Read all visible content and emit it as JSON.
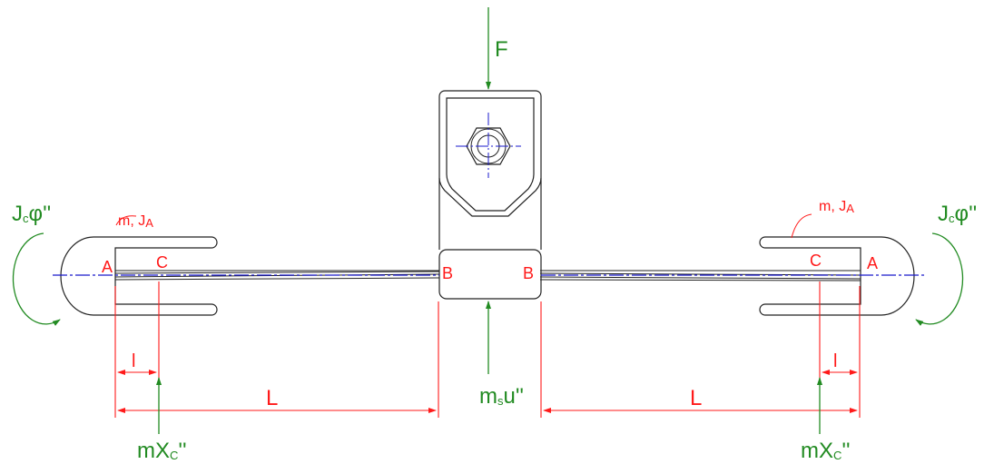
{
  "labels": {
    "force": "F",
    "left_rotation": {
      "main": "J",
      "sub": "c",
      "tail": "φ''"
    },
    "right_rotation": {
      "main": "J",
      "sub": "c",
      "tail": "φ''"
    },
    "left_mass": {
      "prefix": "m, J",
      "sub": "A"
    },
    "right_mass": {
      "prefix": "m, J",
      "sub": "A"
    },
    "point_a_left": "A",
    "point_c_left": "C",
    "point_b_left": "B",
    "point_b_right": "B",
    "point_c_right": "C",
    "point_a_right": "A",
    "dim_l_left": "l",
    "dim_L_left": "L",
    "dim_l_right": "l",
    "dim_L_right": "L",
    "left_accel": {
      "prefix": "mX",
      "sub": "C",
      "tail": "''"
    },
    "right_accel": {
      "prefix": "mX",
      "sub": "C",
      "tail": "''"
    },
    "clamp_accel": {
      "prefix": "m",
      "sub": "s",
      "tail": "u''"
    }
  },
  "colors": {
    "outline": "#222222",
    "label_red": "#ff1a1a",
    "label_green": "#228B22",
    "centerline_blue": "#1a1acc"
  }
}
